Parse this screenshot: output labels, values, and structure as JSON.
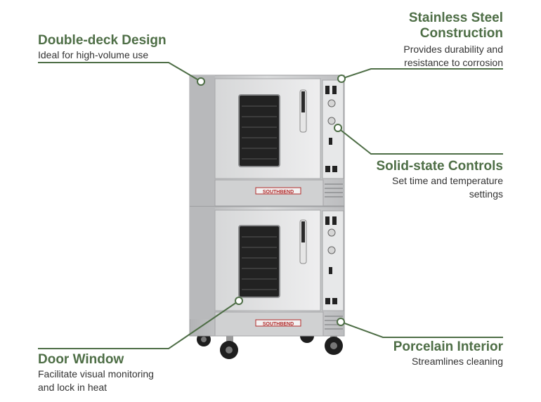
{
  "colors": {
    "accent": "#4e6e46",
    "text": "#333333",
    "steel": "#c9cacb"
  },
  "callouts": {
    "double_deck": {
      "title": "Double-deck Design",
      "desc": [
        "Ideal for high-volume use"
      ]
    },
    "stainless": {
      "title": [
        "Stainless Steel",
        "Construction"
      ],
      "desc": [
        "Provides durability and",
        "resistance to corrosion"
      ]
    },
    "controls": {
      "title": "Solid-state Controls",
      "desc": [
        "Set time and temperature",
        "settings"
      ]
    },
    "door_window": {
      "title": "Door Window",
      "desc": [
        "Facilitate visual monitoring",
        "and lock in heat"
      ]
    },
    "porcelain": {
      "title": "Porcelain Interior",
      "desc": [
        "Streamlines cleaning"
      ]
    }
  },
  "product": {
    "brand_label": "SOUTHBEND"
  }
}
